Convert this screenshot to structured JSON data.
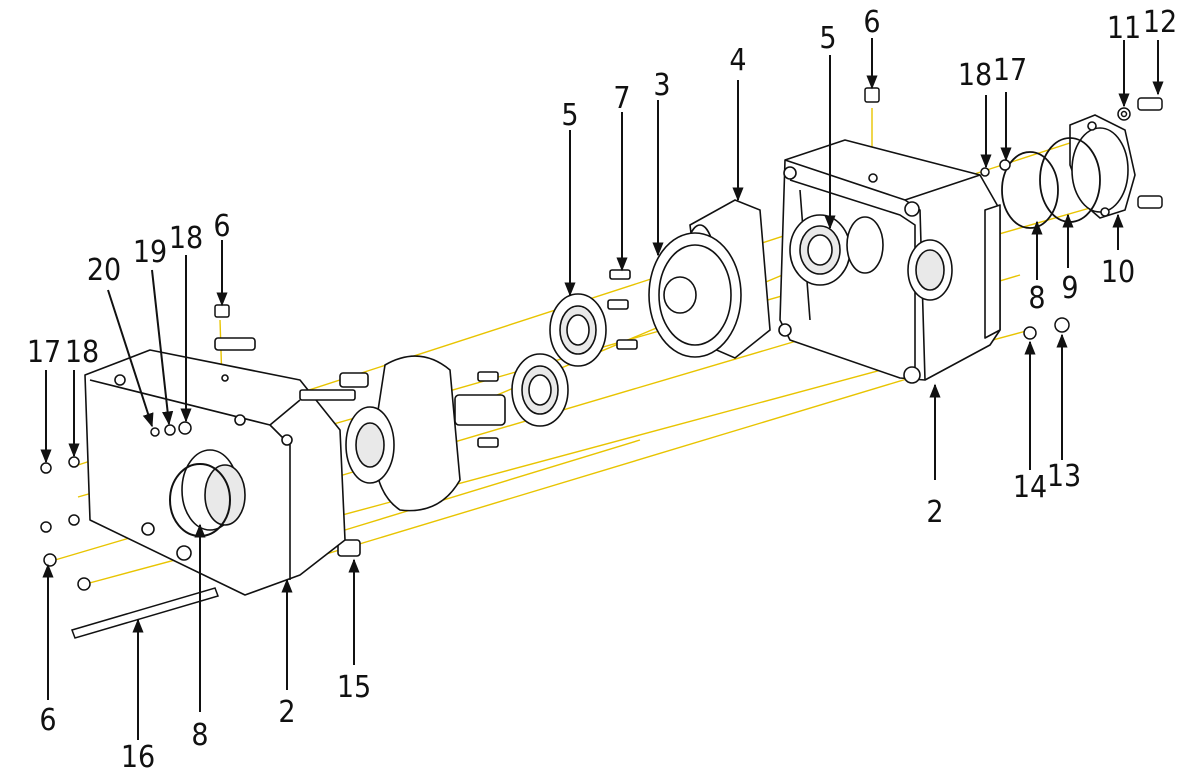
{
  "diagram": {
    "callouts": [
      {
        "id": "c-2-right",
        "label": "2"
      },
      {
        "id": "c-2-left",
        "label": "2"
      },
      {
        "id": "c-3",
        "label": "3"
      },
      {
        "id": "c-4",
        "label": "4"
      },
      {
        "id": "c-5-mid",
        "label": "5"
      },
      {
        "id": "c-5-right",
        "label": "5"
      },
      {
        "id": "c-6-top",
        "label": "6"
      },
      {
        "id": "c-6-lefttop",
        "label": "6"
      },
      {
        "id": "c-6-bottom",
        "label": "6"
      },
      {
        "id": "c-7",
        "label": "7"
      },
      {
        "id": "c-8-right",
        "label": "8"
      },
      {
        "id": "c-8-left",
        "label": "8"
      },
      {
        "id": "c-9",
        "label": "9"
      },
      {
        "id": "c-10",
        "label": "10"
      },
      {
        "id": "c-11",
        "label": "11"
      },
      {
        "id": "c-12",
        "label": "12"
      },
      {
        "id": "c-13",
        "label": "13"
      },
      {
        "id": "c-14",
        "label": "14"
      },
      {
        "id": "c-15",
        "label": "15"
      },
      {
        "id": "c-16",
        "label": "16"
      },
      {
        "id": "c-17-right",
        "label": "17"
      },
      {
        "id": "c-17-left",
        "label": "17"
      },
      {
        "id": "c-18-right",
        "label": "18"
      },
      {
        "id": "c-18-left",
        "label": "18"
      },
      {
        "id": "c-18-mid",
        "label": "18"
      },
      {
        "id": "c-19",
        "label": "19"
      },
      {
        "id": "c-20",
        "label": "20"
      }
    ],
    "colors": {
      "line": "#111111",
      "axis": "#e8c400",
      "fill": "#ffffff",
      "shade": "#e9e9e9"
    }
  }
}
